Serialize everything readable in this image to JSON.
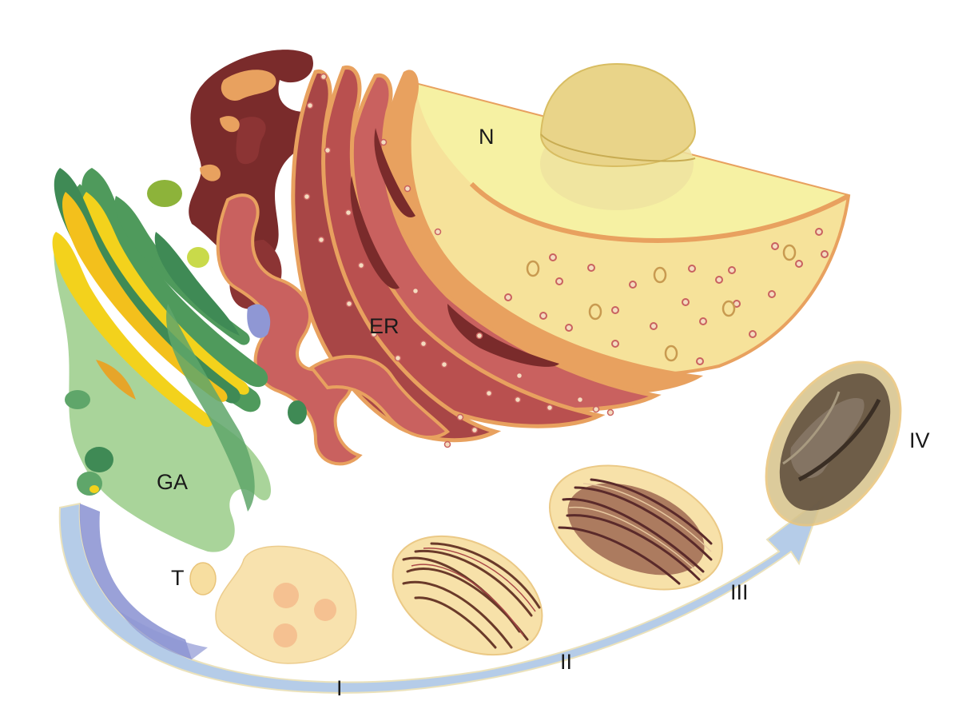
{
  "diagram": {
    "labels": {
      "nucleus": "N",
      "endoplasmic_reticulum": "ER",
      "golgi_apparatus": "GA",
      "T": "T",
      "stage_1": "I",
      "stage_2": "II",
      "stage_3": "III",
      "stage_4": "IV"
    },
    "colors": {
      "nucleus_fill": "#f6f1a3",
      "nucleolus_fill": "#e9d489",
      "cytoplasm_fill": "#f6e29a",
      "rough_er_fill": "#c9615f",
      "rough_er_dark": "#7a2b2b",
      "er_membrane": "#e8a15f",
      "golgi_light": "#a9d49a",
      "golgi_dark": "#4f9a5c",
      "golgi_yellow": "#f3d21c",
      "vesicle_green": "#8db33a",
      "arrow_fill": "#a9c4e4",
      "arrow_dark": "#8f97d4",
      "granule_fill": "#f7dea0",
      "granule_spot": "#f4b98a",
      "stage_dark": "#5a4a3a"
    }
  }
}
